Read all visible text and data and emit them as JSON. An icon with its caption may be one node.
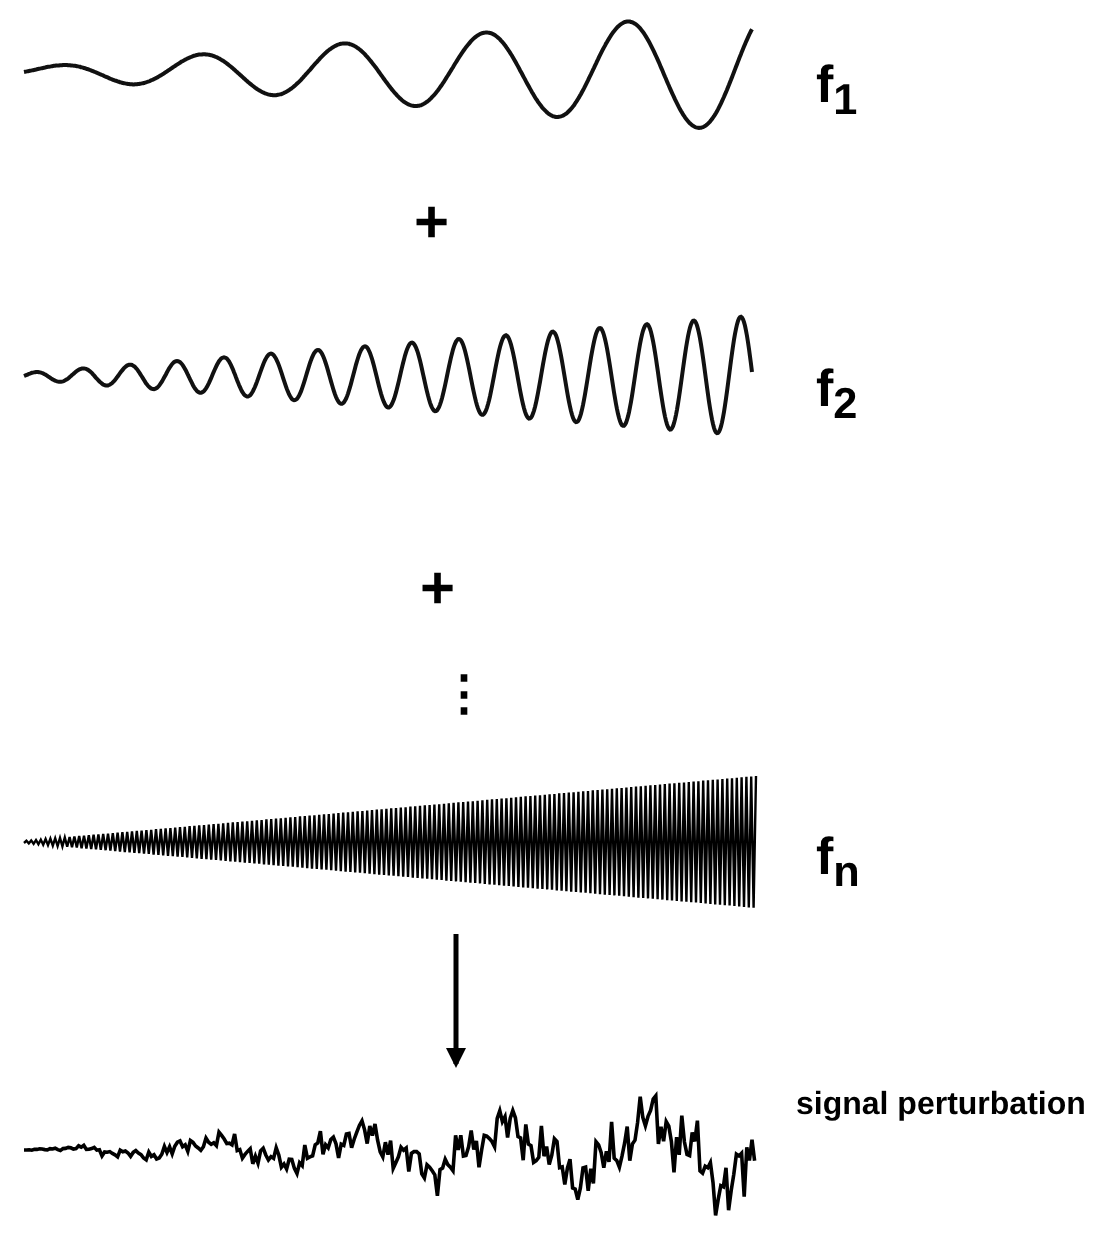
{
  "diagram": {
    "nodes": [
      {
        "text": [],
        "shape": "wave"
      },
      {
        "text": [],
        "shape": "wave"
      }
    ],
    "edges": [
      {
        "from": 0,
        "to": 1,
        "arrow": "to"
      }
    ],
    "labels": [
      "f$_{1}$",
      "+",
      "f$_{2}$",
      "+",
      "⋮",
      "f$_{n}$",
      "signal perturbation"
    ]
  }
}
